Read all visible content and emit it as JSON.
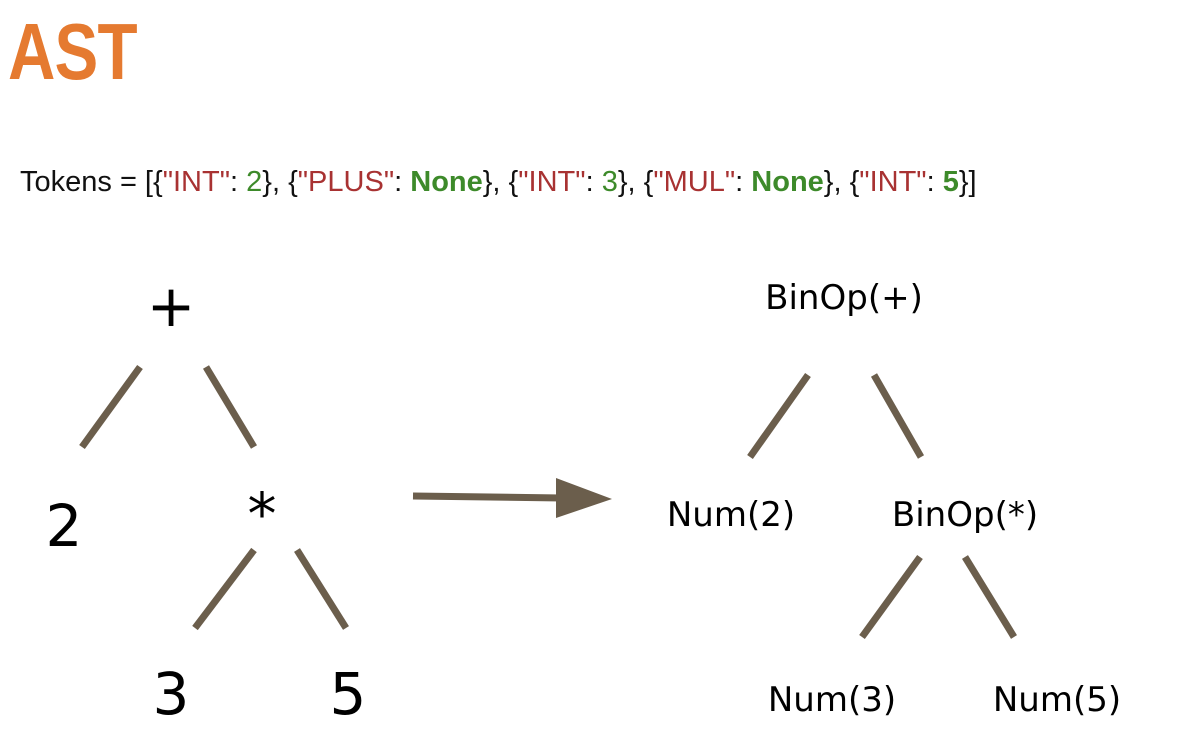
{
  "title": "AST",
  "colors": {
    "title": "#e57a30",
    "token_key": "#a83232",
    "token_value": "#3d8a2a",
    "edge": "#6b5e4c"
  },
  "tokens": {
    "prefix": "Tokens =  [{",
    "items": [
      {
        "key": "\"INT\"",
        "value": "2",
        "sep": "}, {"
      },
      {
        "key": "\"PLUS\"",
        "value": "None",
        "sep": "}, {"
      },
      {
        "key": "\"INT\"",
        "value": "3",
        "sep": "}, {"
      },
      {
        "key": "\"MUL\"",
        "value": "None",
        "sep": "}, {"
      },
      {
        "key": "\"INT\"",
        "value": "5",
        "sep": "}]"
      }
    ],
    "colon": ": "
  },
  "parse_tree": {
    "root": "+",
    "left": "2",
    "mul": "*",
    "mul_left": "3",
    "mul_right": "5"
  },
  "ast": {
    "root": "BinOp(+)",
    "left": "Num(2)",
    "mul": "BinOp(*)",
    "mul_left": "Num(3)",
    "mul_right": "Num(5)"
  }
}
